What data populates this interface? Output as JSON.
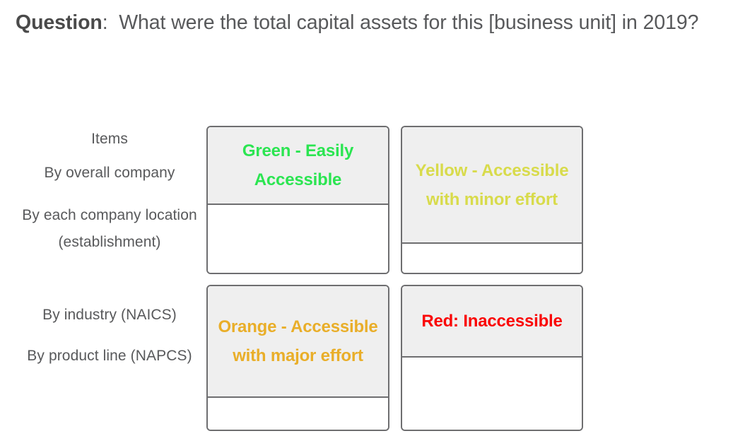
{
  "question": {
    "label": "Question",
    "separator": ":",
    "text": "What were the total capital assets for this [business unit] in 2019?"
  },
  "row_labels": [
    {
      "id": "items",
      "text": "Items"
    },
    {
      "id": "overall",
      "text": "By overall company"
    },
    {
      "id": "establishment",
      "text": "By each company location (establishment)"
    },
    {
      "id": "naics",
      "text": "By industry (NAICS)"
    },
    {
      "id": "napcs",
      "text": "By product line (NAPCS)"
    }
  ],
  "quadrants": [
    {
      "id": "green",
      "heading": "Green - Easily Accessible",
      "color": "#2BE551",
      "header_bg": "#EFEFEF",
      "body_text": ""
    },
    {
      "id": "yellow",
      "heading": "Yellow - Accessible with minor effort",
      "color": "#D8DB4B",
      "header_bg": "#EFEFEF",
      "body_text": ""
    },
    {
      "id": "orange",
      "heading": "Orange - Accessible with major effort",
      "color": "#E9AE29",
      "header_bg": "#EFEFEF",
      "body_text": ""
    },
    {
      "id": "red",
      "heading": "Red: Inaccessible",
      "color": "#FA0505",
      "header_bg": "#EFEFEF",
      "body_text": ""
    }
  ],
  "theme": {
    "page_bg": "#FFFFFF",
    "border": "#6E6E70",
    "text": "#58595B"
  }
}
